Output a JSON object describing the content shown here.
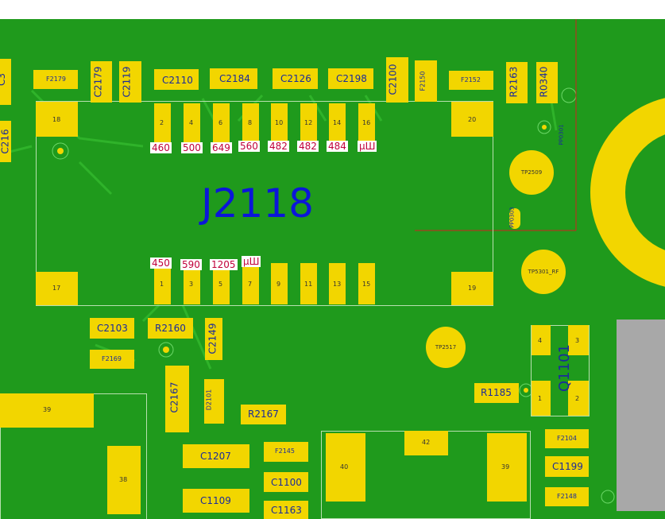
{
  "board": {
    "title": "J2118"
  },
  "connector": {
    "top_pins": [
      "2",
      "4",
      "6",
      "8",
      "10",
      "12",
      "14",
      "16"
    ],
    "bottom_pins": [
      "1",
      "3",
      "5",
      "7",
      "9",
      "11",
      "13",
      "15"
    ],
    "corner_pads": [
      "18",
      "20",
      "17",
      "19"
    ],
    "top_measurements": [
      "460",
      "500",
      "649",
      "560",
      "482",
      "482",
      "484",
      "µШ"
    ],
    "bottom_measurements": [
      "450",
      "590",
      "1205",
      "µШ"
    ]
  },
  "components": {
    "c2179": "C2179",
    "c2119": "C2119",
    "c2110": "C2110",
    "c2184": "C2184",
    "c2126": "C2126",
    "c2198": "C2198",
    "c2100": "C2100",
    "r2163": "R2163",
    "r0340": "R0340",
    "f2179": "F2179",
    "f2150": "F2150",
    "f2152": "F2152",
    "c2103": "C2103",
    "r2160": "R2160",
    "c2149": "C2149",
    "f2169": "F2169",
    "c2167": "C2167",
    "d2101": "D2101",
    "r2167": "R2167",
    "c1207": "C1207",
    "c1109": "C1109",
    "f2145": "F2145",
    "c1100": "C1100",
    "c1163": "C1163",
    "q1101": "Q1101",
    "r1185": "R1185",
    "c1199": "C1199",
    "f2104": "F2104",
    "f2148": "F2148",
    "left_c_top": "C3",
    "left_c_mid": "C216",
    "pp0301": "PP0301",
    "pp0303": "PP0303"
  },
  "test_points": {
    "tp2509": "TP2509",
    "tp5301": "TP5301_RF",
    "tp2517": "TP2517"
  },
  "q1101_pins": [
    "4",
    "3",
    "1",
    "2"
  ],
  "other_pads": [
    "39",
    "38",
    "40",
    "42",
    "39"
  ]
}
